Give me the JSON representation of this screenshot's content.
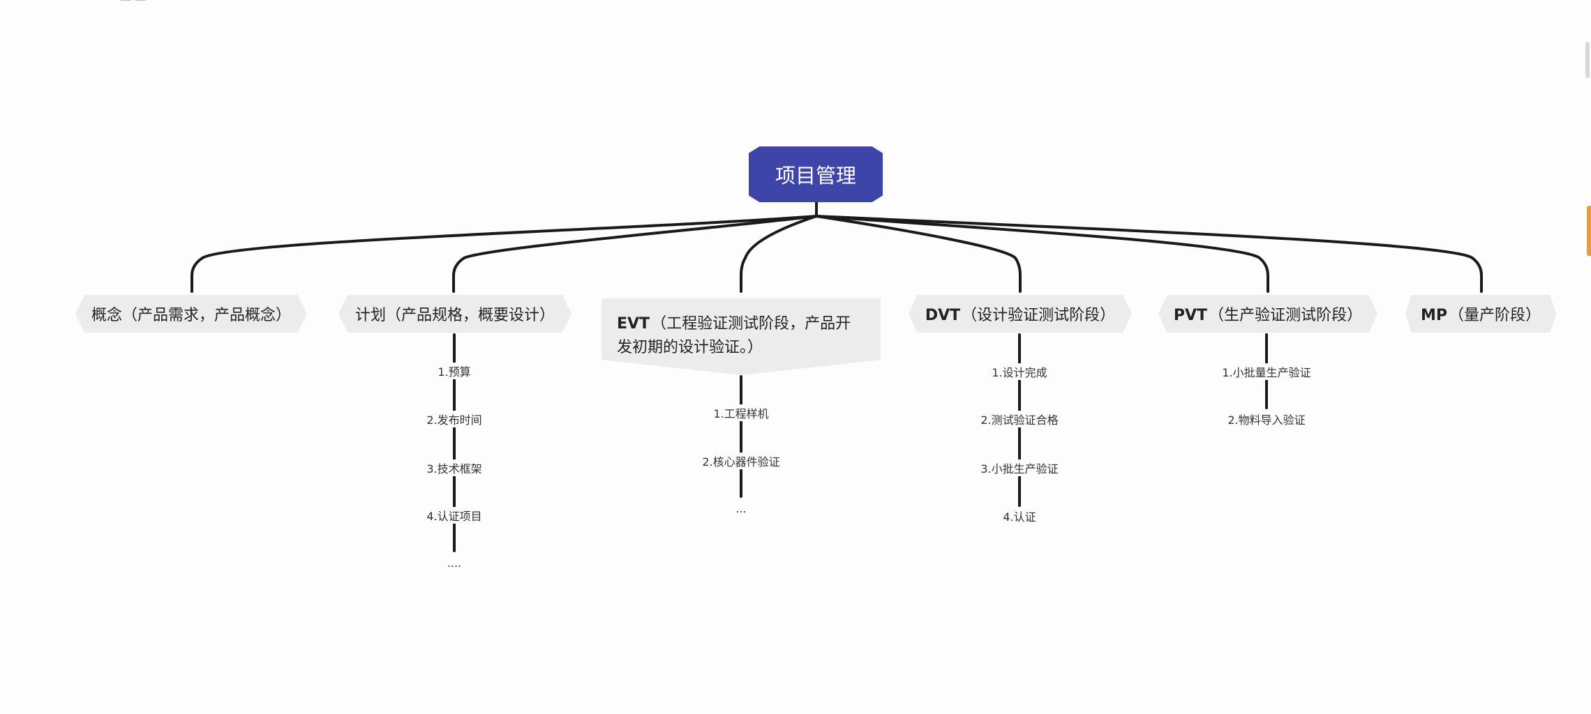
{
  "mindmap": {
    "root": "项目管理",
    "branches": [
      {
        "label": "概念（产品需求，产品概念）",
        "prefix": "",
        "children": []
      },
      {
        "label": "计划（产品规格，概要设计）",
        "prefix": "",
        "children": [
          "1.预算",
          "2.发布时间",
          "3.技术框架",
          "4.认证项目",
          "...."
        ]
      },
      {
        "label": "（工程验证测试阶段，产品开发初期的设计验证。）",
        "prefix": "EVT",
        "children": [
          "1.工程样机",
          "2.核心器件验证",
          "..."
        ]
      },
      {
        "label": "（设计验证测试阶段）",
        "prefix": "DVT",
        "children": [
          "1.设计完成",
          "2.测试验证合格",
          "3.小批生产验证",
          "4.认证"
        ]
      },
      {
        "label": "（生产验证测试阶段）",
        "prefix": "PVT",
        "children": [
          "1.小批量生产验证",
          "2.物料导入验证"
        ]
      },
      {
        "label": "（量产阶段）",
        "prefix": "MP",
        "children": []
      }
    ]
  },
  "colors": {
    "root_fill": "#3d45a8",
    "branch_fill": "#ececec",
    "connector": "#1a1a1a",
    "edge_accent": "#e89b3c"
  }
}
